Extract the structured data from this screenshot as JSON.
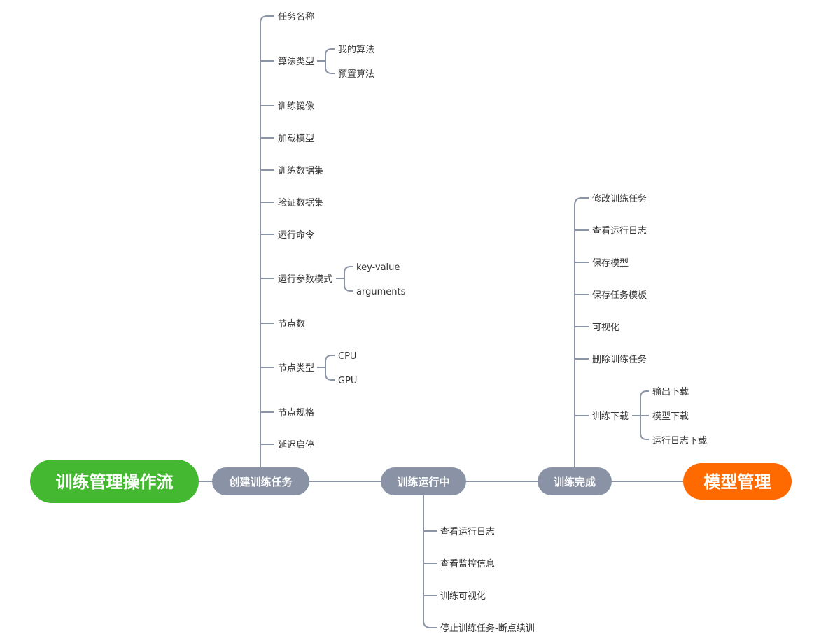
{
  "colors": {
    "line": "#8c95a6",
    "pill": "#8a93a6",
    "root": "#44b830",
    "target": "#ff6a00",
    "text": "#333333"
  },
  "root": {
    "label": "训练管理操作流"
  },
  "target": {
    "label": "模型管理"
  },
  "stages": {
    "create": {
      "label": "创建训练任务",
      "items": {
        "task_name": "任务名称",
        "algo_type": "算法类型",
        "algo_mine": "我的算法",
        "algo_preset": "预置算法",
        "image": "训练镜像",
        "load_model": "加载模型",
        "train_dataset": "训练数据集",
        "val_dataset": "验证数据集",
        "run_cmd": "运行命令",
        "param_mode": "运行参数模式",
        "param_kv": "key-value",
        "param_args": "arguments",
        "node_count": "节点数",
        "node_type": "节点类型",
        "node_cpu": "CPU",
        "node_gpu": "GPU",
        "node_spec": "节点规格",
        "delay_start": "延迟启停"
      }
    },
    "running": {
      "label": "训练运行中",
      "items": {
        "view_log": "查看运行日志",
        "view_monitor": "查看监控信息",
        "visualize": "训练可视化",
        "stop_resume": "停止训练任务-断点续训"
      }
    },
    "done": {
      "label": "训练完成",
      "items": {
        "modify": "修改训练任务",
        "view_log": "查看运行日志",
        "save_model": "保存模型",
        "save_template": "保存任务模板",
        "visualize": "可视化",
        "delete": "删除训练任务",
        "download": "训练下载",
        "dl_output": "输出下载",
        "dl_model": "模型下载",
        "dl_log": "运行日志下载"
      }
    }
  }
}
